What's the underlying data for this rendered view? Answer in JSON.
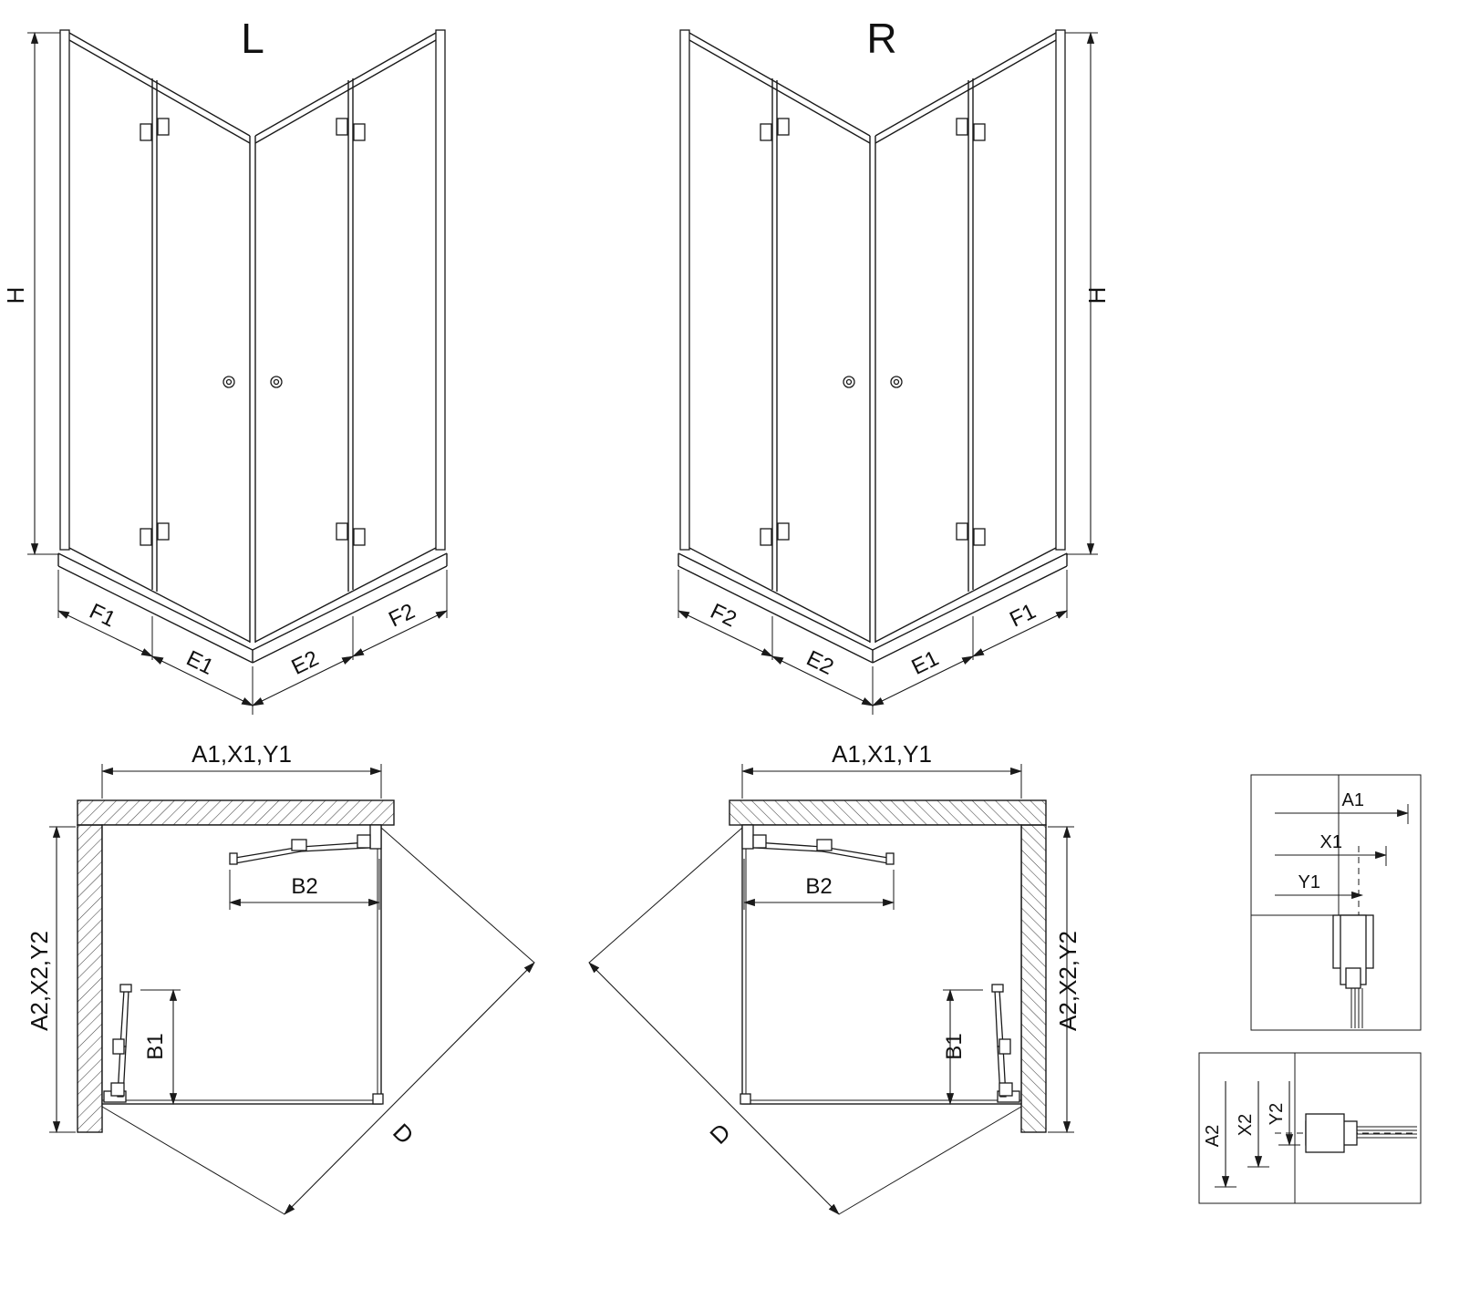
{
  "colors": {
    "line": "#1a1a1a",
    "background": "#ffffff"
  },
  "persp_left": {
    "variant_label": "L",
    "height_label": "H",
    "bottom_dims": {
      "f1": "F1",
      "e1": "E1",
      "e2": "E2",
      "f2": "F2"
    }
  },
  "persp_right": {
    "variant_label": "R",
    "height_label": "H",
    "bottom_dims": {
      "f2": "F2",
      "e2": "E2",
      "e1": "E1",
      "f1": "F1"
    }
  },
  "plan_left": {
    "width_label": "A1,X1,Y1",
    "depth_label": "A2,X2,Y2",
    "door_top_label": "B2",
    "door_side_label": "B1",
    "diagonal_label": "D"
  },
  "plan_right": {
    "width_label": "A1,X1,Y1",
    "depth_label": "A2,X2,Y2",
    "door_top_label": "B2",
    "door_side_label": "B1",
    "diagonal_label": "D"
  },
  "detail_width": {
    "a1": "A1",
    "x1": "X1",
    "y1": "Y1"
  },
  "detail_depth": {
    "a2": "A2",
    "x2": "X2",
    "y2": "Y2"
  }
}
